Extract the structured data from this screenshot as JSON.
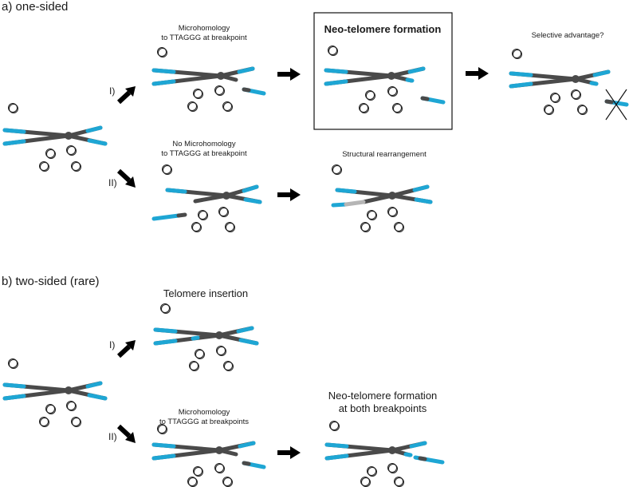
{
  "sections": {
    "a": "a) one-sided",
    "b": "b) two-sided (rare)"
  },
  "labels": {
    "micro_line1": "Microhomology",
    "micro_line2": "to TTAGGG at breakpoint",
    "neo_title": "Neo-telomere formation",
    "selective": "Selective advantage?",
    "nomicro_line1": "No Microhomology",
    "nomicro_line2": "to TTAGGG at breakpoint",
    "structural": "Structural rearrangement",
    "telomere_insertion": "Telomere insertion",
    "micro_b_line1": "Microhomology",
    "micro_b_line2": "to TTAGGG at breakpoints",
    "neo_both_line1": "Neo-telomere formation",
    "neo_both_line2": "at both breakpoints"
  },
  "paths": {
    "i": "I)",
    "ii": "II)",
    "bi": "I)",
    "bii": "II)"
  },
  "colors": {
    "chromatid": "#4a4a4a",
    "telomere": "#1ea6d4",
    "rearranged": "#b5b5b5",
    "arrow": "#000000"
  }
}
